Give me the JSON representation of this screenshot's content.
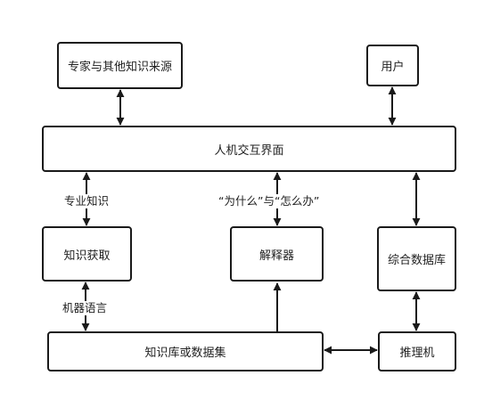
{
  "nodes": {
    "expert_sources": "专家与其他知识来源",
    "user": "用户",
    "hci": "人机交互界面",
    "knowledge_acquisition": "知识获取",
    "explainer": "解释器",
    "integrated_db": "综合数据库",
    "knowledge_base": "知识库或数据集",
    "inference_engine": "推理机"
  },
  "edge_labels": {
    "professional_knowledge": "专业知识",
    "why_how": "“为什么”与“怎么办”",
    "machine_language": "机器语言"
  },
  "colors": {
    "line": "#1a1a1a",
    "border": "#1a1a1a",
    "background": "#ffffff"
  }
}
